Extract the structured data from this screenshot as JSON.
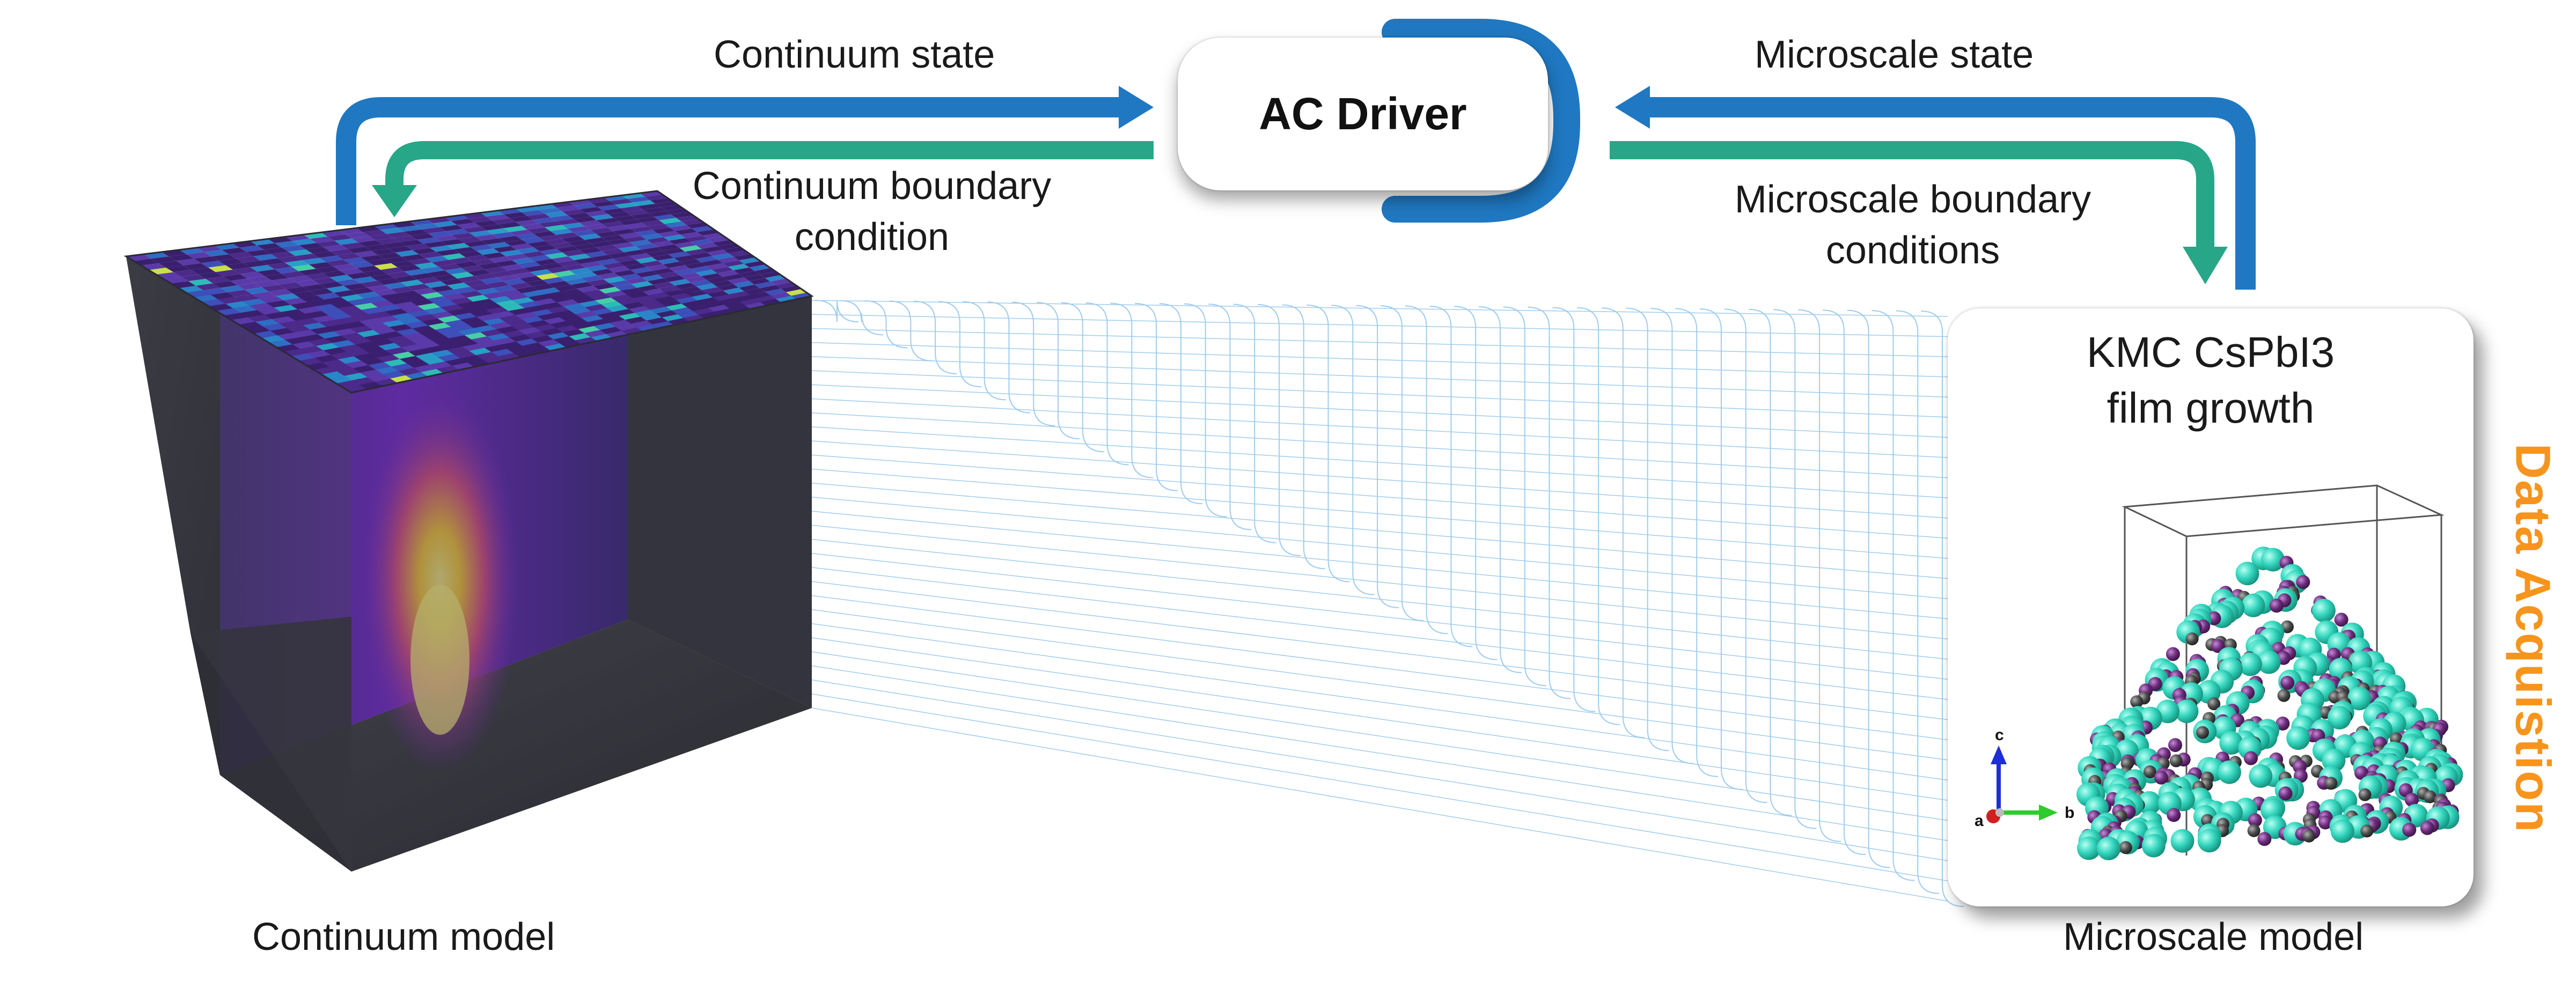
{
  "driver": {
    "label": "AC Driver"
  },
  "arrows": {
    "continuum_state": "Continuum state",
    "continuum_bc_line1": "Continuum boundary",
    "continuum_bc_line2": "condition",
    "microscale_state": "Microscale state",
    "microscale_bc_line1": "Microscale boundary",
    "microscale_bc_line2": "conditions"
  },
  "models": {
    "continuum": "Continuum model",
    "microscale": "Microscale model"
  },
  "micro_panel": {
    "title_line1": "KMC CsPbI3",
    "title_line2": "film growth",
    "axes": {
      "c": "c",
      "b": "b",
      "a": "a"
    }
  },
  "side_label": "Data Acquistion",
  "colors": {
    "blue_arrow": "#1f78c1",
    "green_arrow": "#27a688",
    "accent_orange": "#f7941d",
    "cs_atom": "#35d7bf",
    "i_atom": "#6a2c7a",
    "pb_atom": "#4a4a4a"
  }
}
